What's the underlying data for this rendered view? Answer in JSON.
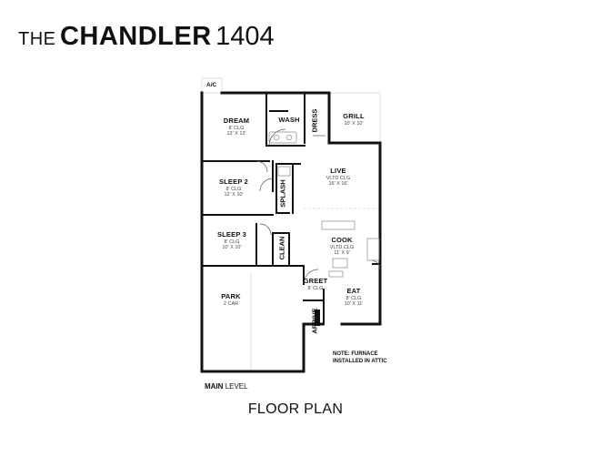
{
  "title": {
    "prefix": "THE",
    "name": "CHANDLER",
    "number": "1404"
  },
  "ac_label": "A/C",
  "rooms": {
    "dream": {
      "name": "DREAM",
      "ceiling": "8' CLG",
      "size": "12' X 13'"
    },
    "wash": {
      "name": "WASH"
    },
    "dress": {
      "name": "DRESS"
    },
    "grill": {
      "name": "GRILL",
      "size": "10' X 10'"
    },
    "sleep2": {
      "name": "SLEEP 2",
      "ceiling": "8' CLG",
      "size": "12' X 10'"
    },
    "splash": {
      "name": "SPLASH"
    },
    "live": {
      "name": "LIVE",
      "ceiling": "VLTD CLG",
      "size": "16' X 16'"
    },
    "sleep3": {
      "name": "SLEEP 3",
      "ceiling": "8' CLG",
      "size": "10' X 10'"
    },
    "clean": {
      "name": "CLEAN"
    },
    "cook": {
      "name": "COOK",
      "ceiling": "VLTD CLG",
      "size": "11' X 9'"
    },
    "greet": {
      "name": "GREET",
      "ceiling": "8' CLG"
    },
    "park": {
      "name": "PARK",
      "size": "2 CAR"
    },
    "arrive": {
      "name": "ARRIVE"
    },
    "eat": {
      "name": "EAT",
      "ceiling": "8' CLG",
      "size": "10' X 11'"
    }
  },
  "note": {
    "line1": "NOTE: FURNACE",
    "line2": "INSTALLED IN ATTIC"
  },
  "level": {
    "bold": "MAIN",
    "rest": "LEVEL"
  },
  "caption": "FLOOR PLAN"
}
